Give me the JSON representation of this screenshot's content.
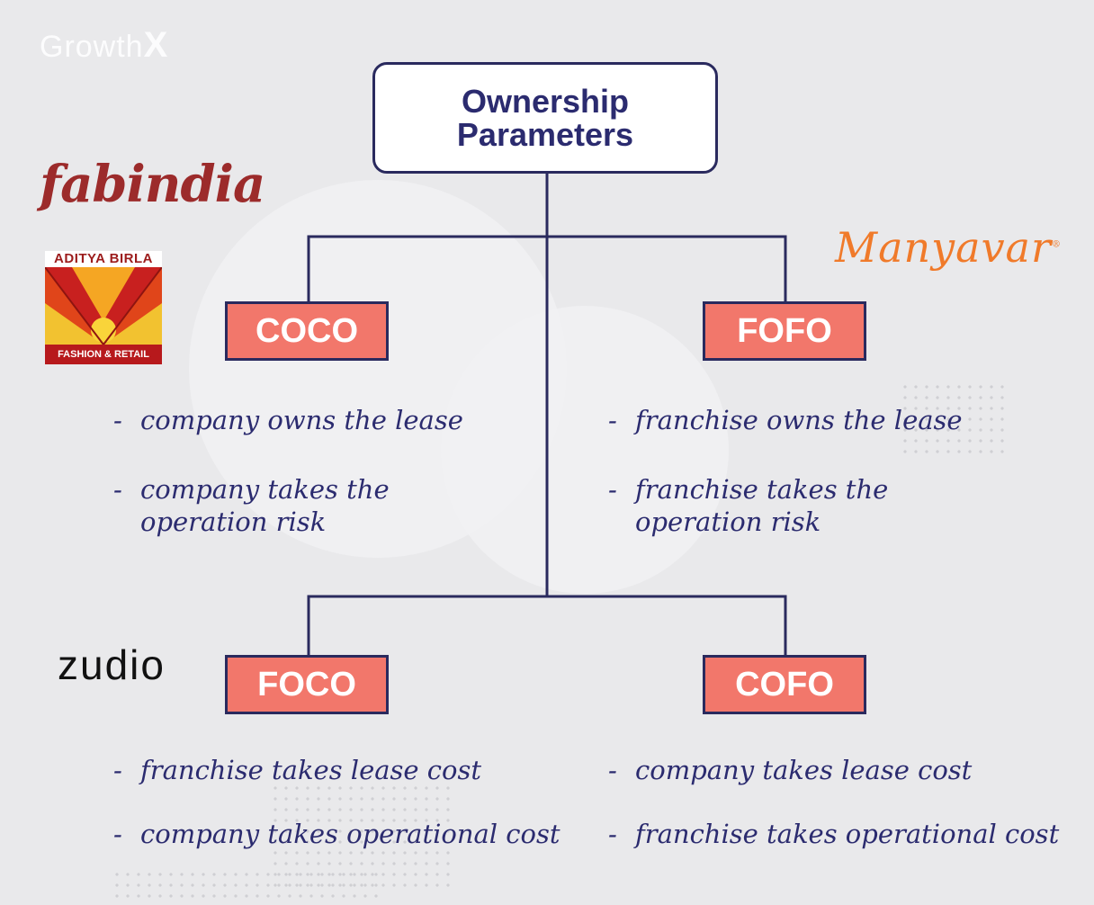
{
  "watermark": {
    "text": "Growth",
    "x_mark": "X"
  },
  "title": "Ownership\nParameters",
  "nodes": {
    "coco": "COCO",
    "fofo": "FOFO",
    "foco": "FOCO",
    "cofo": "COFO"
  },
  "coco_points": {
    "p1": "company owns the lease",
    "p2_line1": "company takes the",
    "p2_line2": "operation risk"
  },
  "fofo_points": {
    "p1": "franchise owns the lease",
    "p2_line1": "franchise takes the",
    "p2_line2": "operation risk"
  },
  "foco_points": {
    "p1": "franchise takes lease cost",
    "p2": "company takes operational cost"
  },
  "cofo_points": {
    "p1": "company takes lease cost",
    "p2": "franchise takes operational cost"
  },
  "brands": {
    "fabindia": "fabindia",
    "aditya_top": "ADITYA BIRLA",
    "aditya_bottom": "FASHION & RETAIL",
    "manyavar": "Manyavar",
    "manyavar_mark": "®",
    "zudio": "zudio"
  },
  "colors": {
    "background": "#e9e9eb",
    "node_fill": "#f2776b",
    "line": "#2a2a5e",
    "text": "#2b2b6f"
  }
}
